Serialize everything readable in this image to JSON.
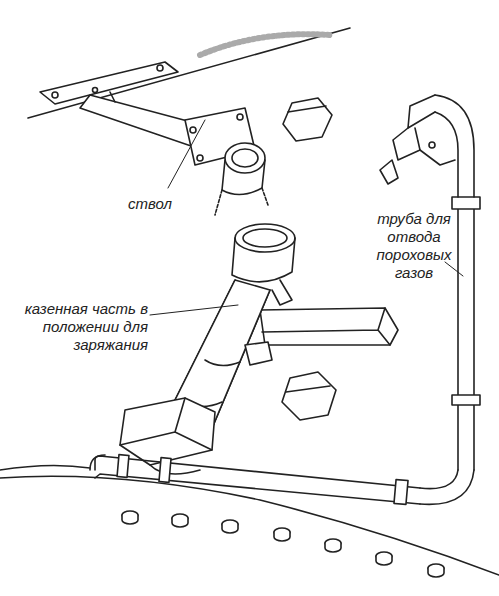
{
  "diagram": {
    "labels": [
      "ствол",
      "казенная часть в положении для заряжания",
      "труба для отвода пороховых газов"
    ]
  }
}
